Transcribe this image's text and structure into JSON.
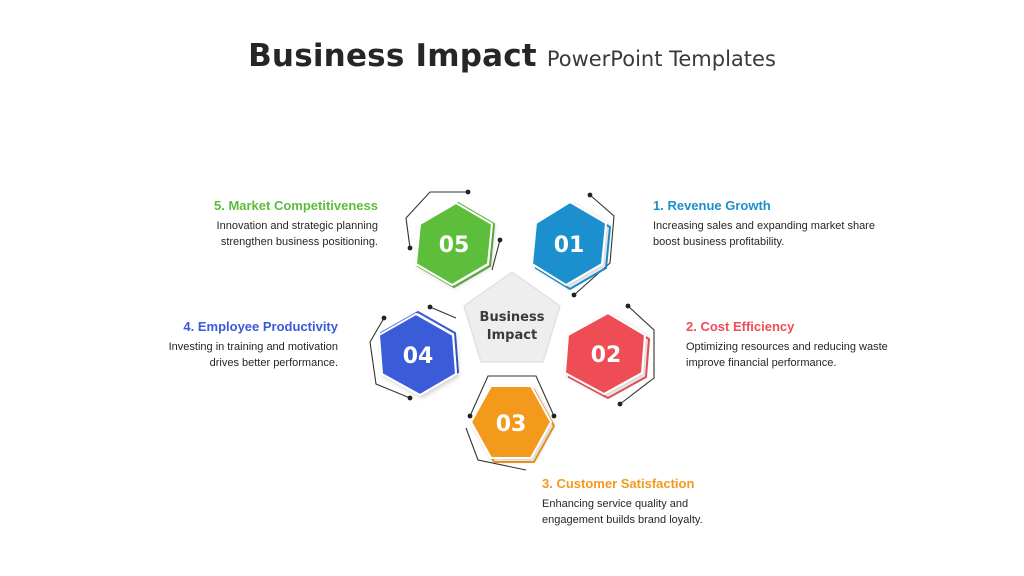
{
  "title": {
    "main": "Business Impact",
    "sub": "PowerPoint Templates"
  },
  "center": {
    "line1": "Business",
    "line2": "Impact"
  },
  "items": [
    {
      "number": "01",
      "heading": "1. Revenue Growth",
      "desc1": "Increasing sales and expanding market share",
      "desc2": "boost business profitability.",
      "color": "#1B8FCF"
    },
    {
      "number": "02",
      "heading": "2. Cost Efficiency",
      "desc1": "Optimizing resources and reducing waste",
      "desc2": "improve financial performance.",
      "color": "#EE4D57"
    },
    {
      "number": "03",
      "heading": "3. Customer Satisfaction",
      "desc1": "Enhancing service quality and",
      "desc2": "engagement builds brand loyalty.",
      "color": "#F39A1E"
    },
    {
      "number": "04",
      "heading": "4. Employee Productivity",
      "desc1": "Investing in training and motivation",
      "desc2": "drives better performance.",
      "color": "#3A5BD9"
    },
    {
      "number": "05",
      "heading": "5. Market Competitiveness",
      "desc1": "Innovation and strategic planning",
      "desc2": "strengthen business positioning.",
      "color": "#5BBE3A"
    }
  ]
}
